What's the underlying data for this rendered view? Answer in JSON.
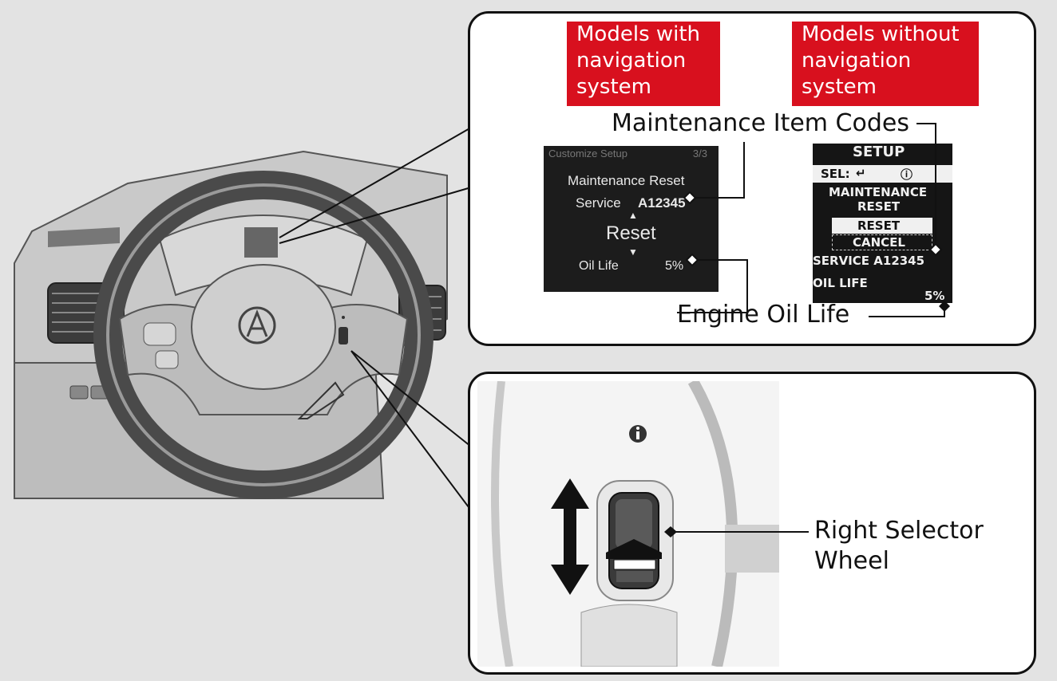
{
  "labels": {
    "with_nav": "Models with navigation system",
    "without_nav": "Models without navigation system",
    "maintenance_codes": "Maintenance Item Codes",
    "engine_oil_life": "Engine Oil Life",
    "right_selector_line1": "Right Selector",
    "right_selector_line2": "Wheel"
  },
  "nav_screen": {
    "header": "Customize Setup",
    "page": "3/3",
    "title": "Maintenance Reset",
    "service_label": "Service",
    "service_code": "A12345",
    "reset": "Reset",
    "oil_label": "Oil Life",
    "oil_value": "5%"
  },
  "std_screen": {
    "title": "SETUP",
    "sel_label": "SEL:",
    "menu_line1": "MAINTENANCE",
    "menu_line2": "RESET",
    "option_reset": "RESET",
    "option_cancel": "CANCEL",
    "service": "SERVICE A12345",
    "oil_label": "OIL LIFE",
    "oil_value": "5%"
  },
  "colors": {
    "label_red": "#d8101e",
    "panel_border": "#111111",
    "background": "#e3e3e3"
  },
  "icons": [
    "info-icon",
    "up-down-arrow-icon",
    "steering-wheel-logo"
  ]
}
